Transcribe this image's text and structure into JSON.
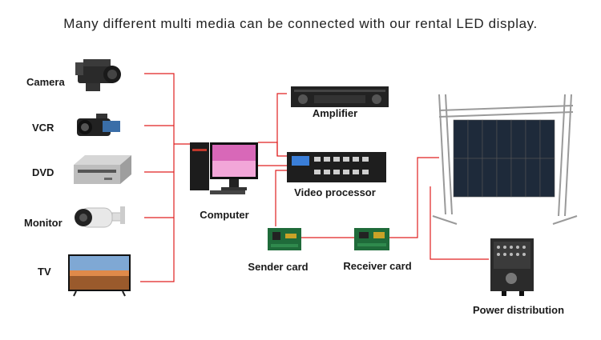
{
  "title": "Many different multi media can be connected with our rental LED display.",
  "devices": {
    "camera": "Camera",
    "vcr": "VCR",
    "dvd": "DVD",
    "monitor": "Monitor",
    "tv": "TV",
    "computer": "Computer",
    "amplifier": "Amplifier",
    "video_processor": "Video processor",
    "sender_card": "Sender card",
    "receiver_card": "Receiver card",
    "power_distribution": "Power distribution"
  },
  "colors": {
    "connection_line": "#e02020",
    "text": "#1a1a1a"
  }
}
